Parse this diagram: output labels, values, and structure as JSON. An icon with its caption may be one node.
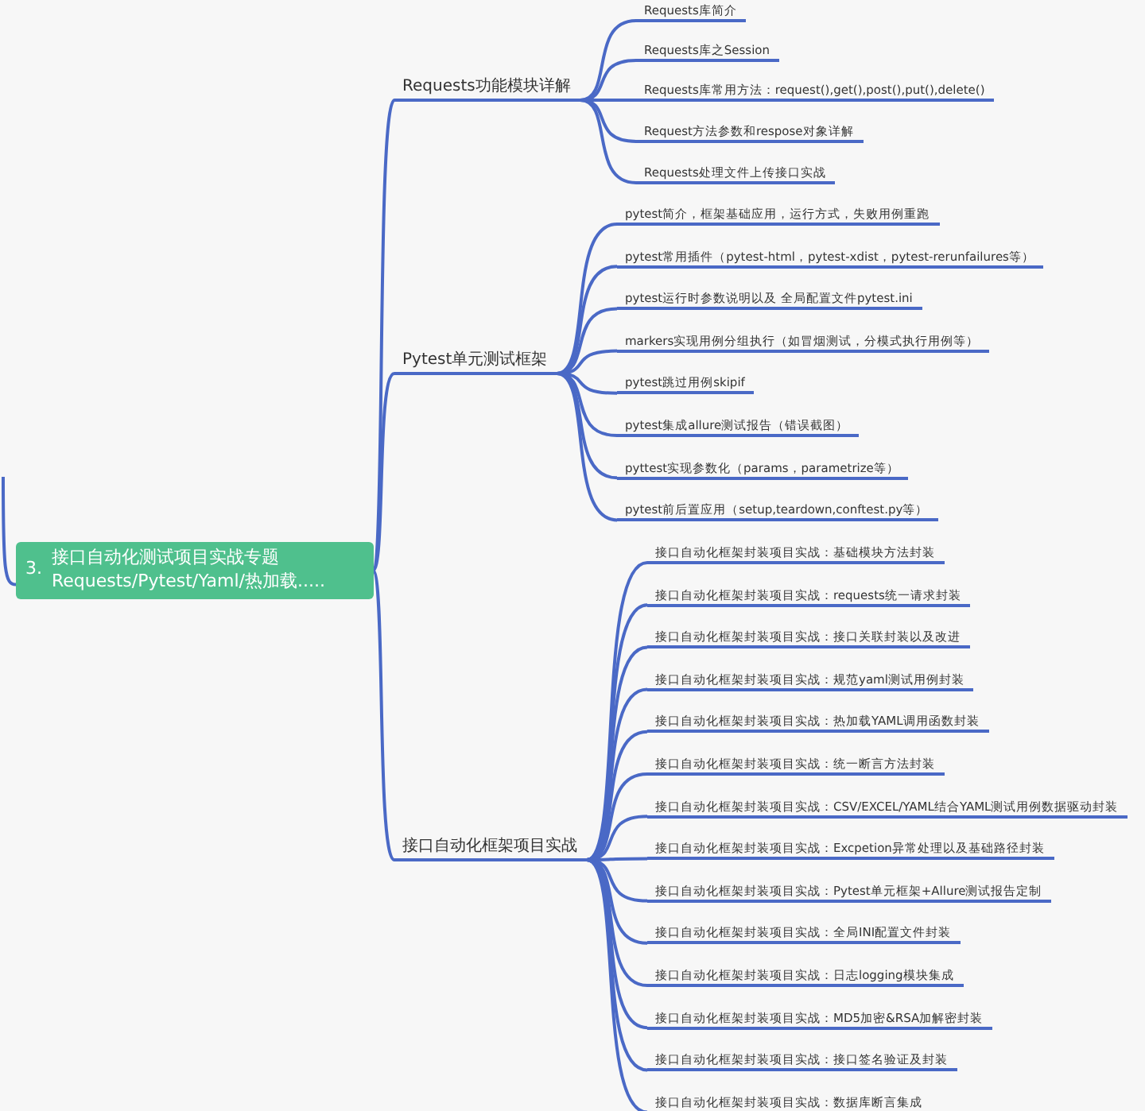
{
  "diagram": {
    "nodes": [
      {
        "text": [
          "3.",
          "接口自动化测试项目实战专题 Requests/Pytest/Yaml/热加载....."
        ]
      },
      {
        "text": [
          "Requests功能模块详解"
        ]
      },
      {
        "text": [
          "Requests库简介"
        ]
      },
      {
        "text": [
          "Requests库之Session"
        ]
      },
      {
        "text": [
          "Requests库常用方法：request(),get(),post(),put(),delete()"
        ]
      },
      {
        "text": [
          "Request方法参数和respose对象详解"
        ]
      },
      {
        "text": [
          "Requests处理文件上传接口实战"
        ]
      },
      {
        "text": [
          "Pytest单元测试框架"
        ]
      },
      {
        "text": [
          "pytest简介，框架基础应用，运行方式，失败用例重跑"
        ]
      },
      {
        "text": [
          "pytest常用插件（pytest-html，pytest-xdist，pytest-rerunfailures等）"
        ]
      },
      {
        "text": [
          "pytest运行时参数说明以及 全局配置文件pytest.ini"
        ]
      },
      {
        "text": [
          "markers实现用例分组执行（如冒烟测试，分模式执行用例等）"
        ]
      },
      {
        "text": [
          "pytest跳过用例skipif"
        ]
      },
      {
        "text": [
          "pytest集成allure测试报告（错误截图）"
        ]
      },
      {
        "text": [
          "pyttest实现参数化（params，parametrize等）"
        ]
      },
      {
        "text": [
          "pytest前后置应用（setup,teardown,conftest.py等）"
        ]
      },
      {
        "text": [
          "接口自动化框架项目实战"
        ]
      },
      {
        "text": [
          "接口自动化框架封装项目实战：基础模块方法封装"
        ]
      },
      {
        "text": [
          "接口自动化框架封装项目实战：requests统一请求封装"
        ]
      },
      {
        "text": [
          "接口自动化框架封装项目实战：接口关联封装以及改进"
        ]
      },
      {
        "text": [
          "接口自动化框架封装项目实战：规范yaml测试用例封装"
        ]
      },
      {
        "text": [
          "接口自动化框架封装项目实战：热加载YAML调用函数封装"
        ]
      },
      {
        "text": [
          "接口自动化框架封装项目实战：统一断言方法封装"
        ]
      },
      {
        "text": [
          "接口自动化框架封装项目实战：CSV/EXCEL/YAML结合YAML测试用例数据驱动封装"
        ]
      },
      {
        "text": [
          "接口自动化框架封装项目实战：Excpetion异常处理以及基础路径封装"
        ]
      },
      {
        "text": [
          "接口自动化框架封装项目实战：Pytest单元框架+Allure测试报告定制"
        ]
      },
      {
        "text": [
          "接口自动化框架封装项目实战：全局INI配置文件封装"
        ]
      },
      {
        "text": [
          "接口自动化框架封装项目实战：日志logging模块集成"
        ]
      },
      {
        "text": [
          "接口自动化框架封装项目实战：MD5加密&RSA加解密封装"
        ]
      },
      {
        "text": [
          "接口自动化框架封装项目实战：接口签名验证及封装"
        ]
      },
      {
        "text": [
          "接口自动化框架封装项目实战：数据库断言集成"
        ]
      }
    ],
    "edges": [
      {
        "from": null,
        "to": 0,
        "arrow": "none"
      },
      {
        "from": 0,
        "to": 1,
        "arrow": "none"
      },
      {
        "from": 0,
        "to": 7,
        "arrow": "none"
      },
      {
        "from": 0,
        "to": 16,
        "arrow": "none"
      },
      {
        "from": 1,
        "to": 2,
        "arrow": "none"
      },
      {
        "from": 1,
        "to": 3,
        "arrow": "none"
      },
      {
        "from": 1,
        "to": 4,
        "arrow": "none"
      },
      {
        "from": 1,
        "to": 5,
        "arrow": "none"
      },
      {
        "from": 1,
        "to": 6,
        "arrow": "none"
      },
      {
        "from": 7,
        "to": 8,
        "arrow": "none"
      },
      {
        "from": 7,
        "to": 9,
        "arrow": "none"
      },
      {
        "from": 7,
        "to": 10,
        "arrow": "none"
      },
      {
        "from": 7,
        "to": 11,
        "arrow": "none"
      },
      {
        "from": 7,
        "to": 12,
        "arrow": "none"
      },
      {
        "from": 7,
        "to": 13,
        "arrow": "none"
      },
      {
        "from": 7,
        "to": 14,
        "arrow": "none"
      },
      {
        "from": 7,
        "to": 15,
        "arrow": "none"
      },
      {
        "from": 16,
        "to": 17,
        "arrow": "none"
      },
      {
        "from": 16,
        "to": 18,
        "arrow": "none"
      },
      {
        "from": 16,
        "to": 19,
        "arrow": "none"
      },
      {
        "from": 16,
        "to": 20,
        "arrow": "none"
      },
      {
        "from": 16,
        "to": 21,
        "arrow": "none"
      },
      {
        "from": 16,
        "to": 22,
        "arrow": "none"
      },
      {
        "from": 16,
        "to": 23,
        "arrow": "none"
      },
      {
        "from": 16,
        "to": 24,
        "arrow": "none"
      },
      {
        "from": 16,
        "to": 25,
        "arrow": "none"
      },
      {
        "from": 16,
        "to": 26,
        "arrow": "none"
      },
      {
        "from": 16,
        "to": 27,
        "arrow": "none"
      },
      {
        "from": 16,
        "to": 28,
        "arrow": "none"
      },
      {
        "from": 16,
        "to": 29,
        "arrow": "none"
      },
      {
        "from": 16,
        "to": 30,
        "arrow": "none"
      }
    ]
  }
}
